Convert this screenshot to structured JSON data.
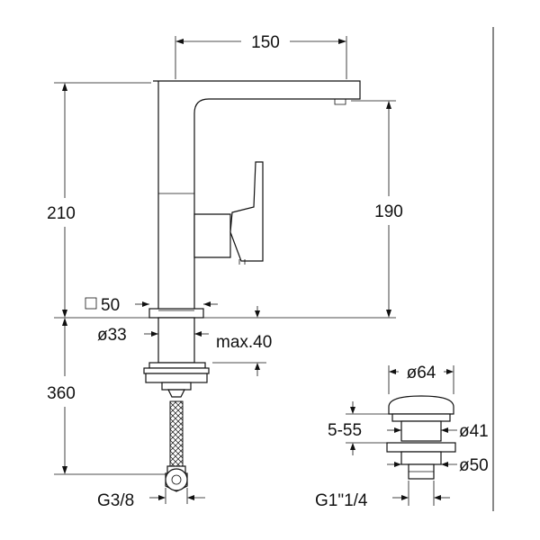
{
  "dimensions": {
    "spout_reach": "150",
    "total_height": "210",
    "spout_height": "190",
    "base_square": "50",
    "body_diameter": "ø33",
    "deck_thickness": "max.40",
    "hose_length": "360",
    "hose_connection": "G3/8",
    "waste_cap_diameter": "ø64",
    "waste_range": "5-55",
    "waste_inner_diameter": "ø41",
    "waste_flange_diameter": "ø50",
    "waste_thread": "G1\"1/4"
  }
}
